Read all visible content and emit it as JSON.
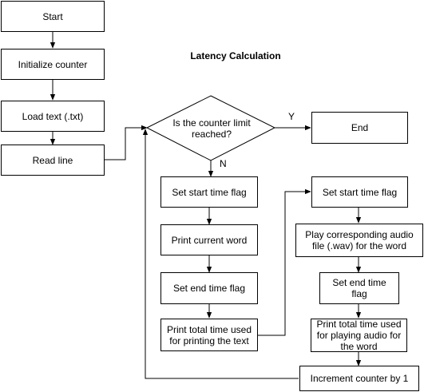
{
  "title": "Latency Calculation",
  "nodes": {
    "start": "Start",
    "init_counter": "Initialize counter",
    "load_text": "Load text (.txt)",
    "read_line": "Read line",
    "decision": "Is the counter limit reached?",
    "end": "End",
    "left_start_flag": "Set start time flag",
    "print_word": "Print current word",
    "left_end_flag": "Set end time flag",
    "print_total_text": "Print total time used for printing the text",
    "right_start_flag": "Set start time flag",
    "play_audio": "Play corresponding audio file (.wav) for the word",
    "right_end_flag": "Set end time flag",
    "print_total_audio": "Print total time used for playing audio for the word",
    "increment": "Increment counter by 1"
  },
  "edge_labels": {
    "yes": "Y",
    "no": "N"
  }
}
